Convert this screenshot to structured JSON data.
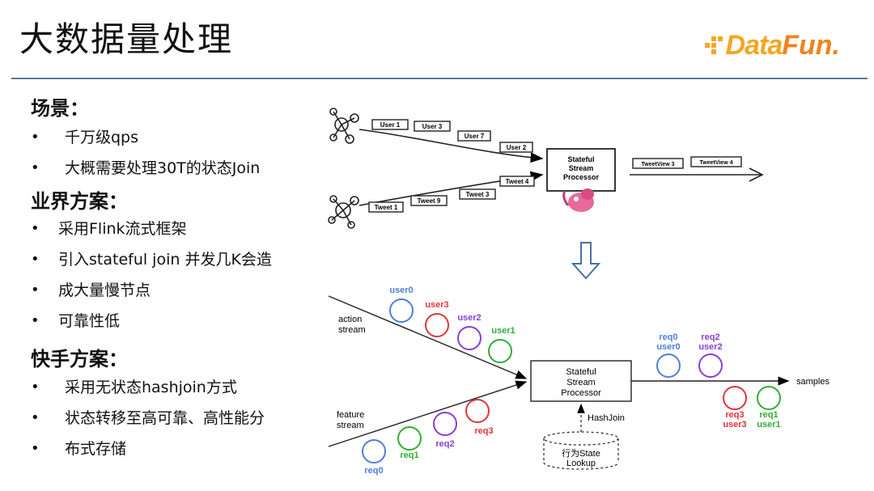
{
  "title": "大数据量处理",
  "logo": {
    "text_a": "Data",
    "text_b": "Fun."
  },
  "scene": {
    "heading": "场景：",
    "items": [
      "千万级qps",
      "大概需要处理30T的状态Join"
    ]
  },
  "industry": {
    "heading": "业界方案：",
    "items": [
      "采用Flink流式框架",
      "引入stateful join 并发几K会造",
      "成大量慢节点",
      "可靠性低"
    ]
  },
  "kuaishou": {
    "heading": "快手方案：",
    "items": [
      "采用无状态hashjoin方式",
      "状态转移至高可靠、高性能分",
      "布式存储"
    ]
  },
  "top_diagram": {
    "user_tags": [
      "User 1",
      "User 3",
      "User 7",
      "User 2"
    ],
    "tweet_tags": [
      "Tweet 1",
      "Tweet 9",
      "Tweet 3",
      "Tweet 4"
    ],
    "processor": "Stateful\nStream\nProcessor",
    "outputs": [
      "TweetView 3",
      "TweetView 4"
    ]
  },
  "bottom_diagram": {
    "action_label": "action\nstream",
    "feature_label": "feature\nstream",
    "processor": "Stateful\nStream\nProcessor",
    "hashjoin": "HashJoin",
    "lookup": "行为State\nLookup",
    "samples": "samples",
    "action_items": [
      "user0",
      "user3",
      "user2",
      "user1"
    ],
    "feature_items": [
      "req0",
      "req1",
      "req2",
      "req3"
    ],
    "out_top": [
      [
        "req0",
        "user0"
      ],
      [
        "req2",
        "user2"
      ]
    ],
    "out_bottom": [
      [
        "req3",
        "user3"
      ],
      [
        "req1",
        "user1"
      ]
    ],
    "colors": {
      "blue": "#4f7fd9",
      "red": "#e0343d",
      "purple": "#8a3fd1",
      "green": "#2fae34"
    }
  }
}
